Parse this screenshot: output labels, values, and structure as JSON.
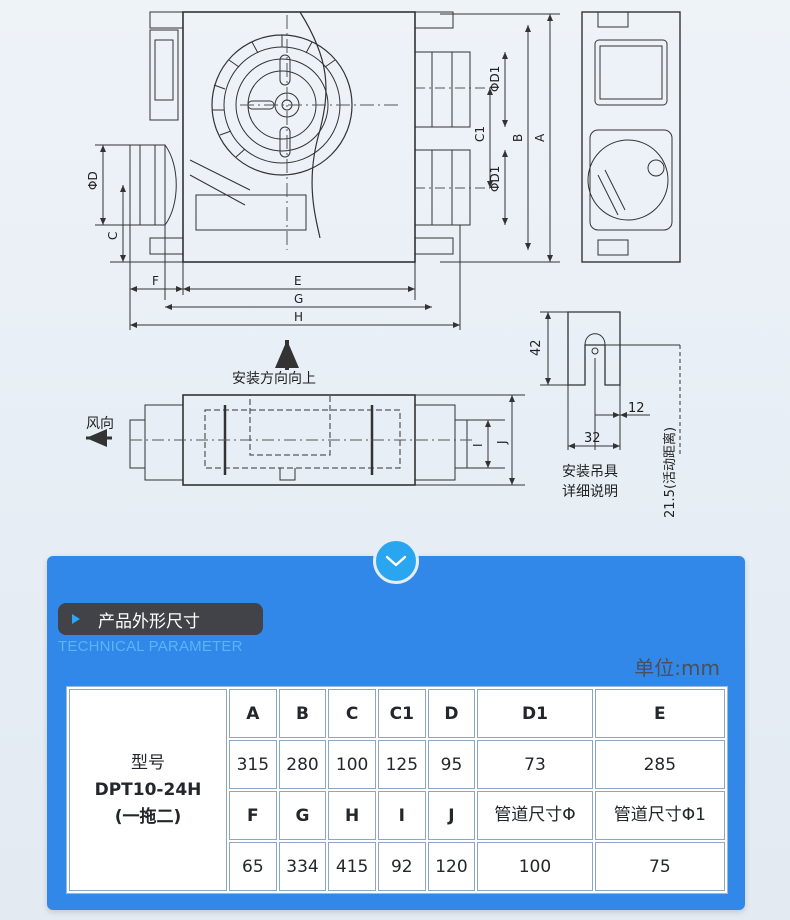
{
  "drawing": {
    "dim_labels": {
      "A": "A",
      "B": "B",
      "C1": "C1",
      "D1_top": "ΦD1",
      "D1_bottom": "ΦD1",
      "D": "ΦD",
      "C": "C",
      "F": "F",
      "E": "E",
      "G": "G",
      "H": "H",
      "I": "I",
      "J": "J",
      "d42": "42",
      "d12": "12",
      "d32": "32"
    },
    "install_direction": "安装方向向上",
    "wind_direction": "风向",
    "hanger_note_1": "安装吊具",
    "hanger_note_2": "详细说明",
    "movable_distance": "21.5(活动距离)"
  },
  "section": {
    "title": "产品外形尺寸",
    "subtitle": "TECHNICAL PARAMETER",
    "unit": "单位:mm"
  },
  "table": {
    "model_line1": "型号",
    "model_line2": "DPT10-24H",
    "model_line3": "(一拖二)",
    "row1_headers": [
      "A",
      "B",
      "C",
      "C1",
      "D",
      "D1",
      "E"
    ],
    "row1_values": [
      "315",
      "280",
      "100",
      "125",
      "95",
      "73",
      "285"
    ],
    "row2_headers": [
      "F",
      "G",
      "H",
      "I",
      "J",
      "管道尺寸Φ",
      "管道尺寸Φ1"
    ],
    "row2_values": [
      "65",
      "334",
      "415",
      "92",
      "120",
      "100",
      "75"
    ]
  }
}
